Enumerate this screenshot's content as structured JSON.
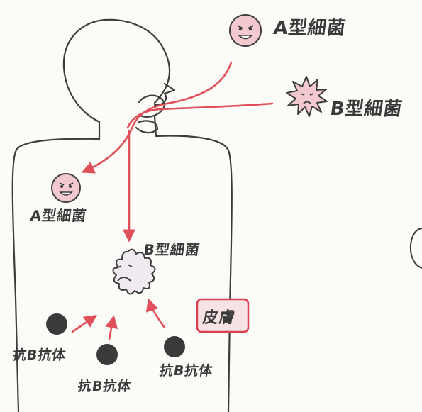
{
  "labels": {
    "bacteria_a_outside": "A型細菌",
    "bacteria_b_outside": "B型細菌",
    "bacteria_a_inside": "A型細菌",
    "bacteria_b_inside": "B型細菌",
    "antibody_1": "抗B抗体",
    "antibody_2": "抗B抗体",
    "antibody_3": "抗B抗体",
    "skin": "皮膚"
  },
  "colors": {
    "outline": "#3d3d3d",
    "arrow": "#e0505a",
    "bacteria_fill": "#f3c9cf",
    "antibody": "#3a3a3a",
    "skin_box": "#d9414f",
    "paper": "#fbfbf8"
  }
}
